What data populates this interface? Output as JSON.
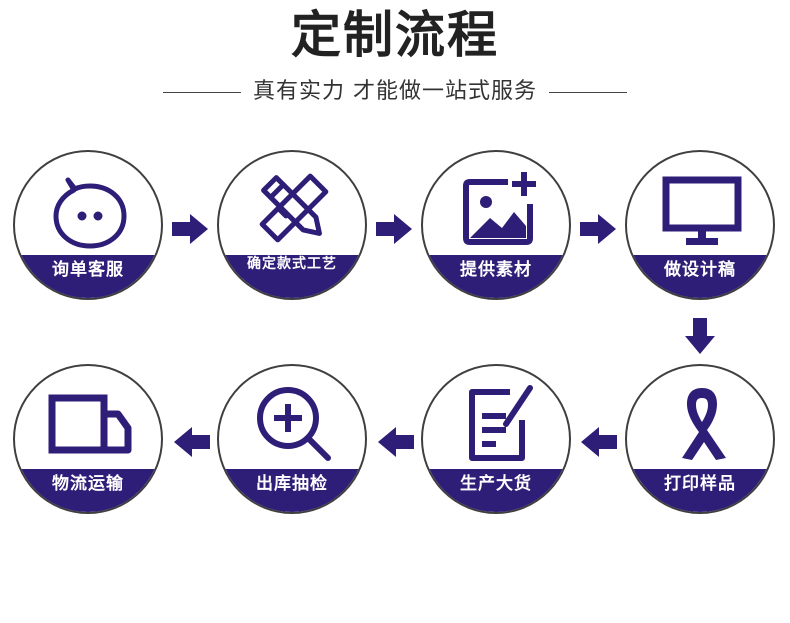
{
  "header": {
    "title": "定制流程",
    "subtitle": "真有实力 才能做一站式服务"
  },
  "colors": {
    "accent": "#2e1e78",
    "circle_border": "#3f3f3f",
    "title_text": "#222222"
  },
  "steps": [
    {
      "label": "询单客服",
      "icon": "chat-bubble-face-icon"
    },
    {
      "label": "确定款式工艺",
      "icon": "pencil-ruler-icon"
    },
    {
      "label": "提供素材",
      "icon": "image-add-icon"
    },
    {
      "label": "做设计稿",
      "icon": "monitor-icon"
    },
    {
      "label": "打印样品",
      "icon": "ribbon-icon"
    },
    {
      "label": "生产大货",
      "icon": "document-edit-icon"
    },
    {
      "label": "出库抽检",
      "icon": "zoom-in-icon"
    },
    {
      "label": "物流运输",
      "icon": "truck-icon"
    }
  ]
}
